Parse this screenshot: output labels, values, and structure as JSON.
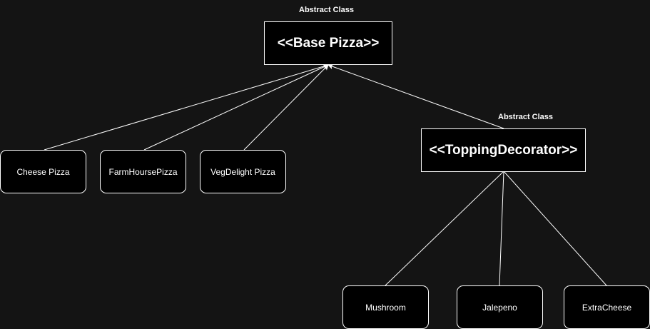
{
  "diagram": {
    "background": "#141414",
    "line_color": "#ffffff",
    "base": {
      "caption": "Abstract Class",
      "label": "<<Base Pizza>>"
    },
    "decorator": {
      "caption": "Abstract Class",
      "label": "<<ToppingDecorator>>"
    },
    "pizzas": [
      {
        "label": "Cheese Pizza"
      },
      {
        "label": "FarmHoursePizza"
      },
      {
        "label": "VegDelight Pizza"
      }
    ],
    "toppings": [
      {
        "label": "Mushroom"
      },
      {
        "label": "Jalepeno"
      },
      {
        "label": "ExtraCheese"
      }
    ],
    "edges": [
      {
        "from": "Cheese Pizza",
        "to": "<<Base Pizza>>",
        "arrow": true
      },
      {
        "from": "FarmHoursePizza",
        "to": "<<Base Pizza>>",
        "arrow": true
      },
      {
        "from": "VegDelight Pizza",
        "to": "<<Base Pizza>>",
        "arrow": true
      },
      {
        "from": "<<ToppingDecorator>>",
        "to": "<<Base Pizza>>",
        "arrow": true
      },
      {
        "from": "<<ToppingDecorator>>",
        "to": "Mushroom",
        "arrow": false
      },
      {
        "from": "<<ToppingDecorator>>",
        "to": "Jalepeno",
        "arrow": false
      },
      {
        "from": "<<ToppingDecorator>>",
        "to": "ExtraCheese",
        "arrow": false
      }
    ]
  }
}
